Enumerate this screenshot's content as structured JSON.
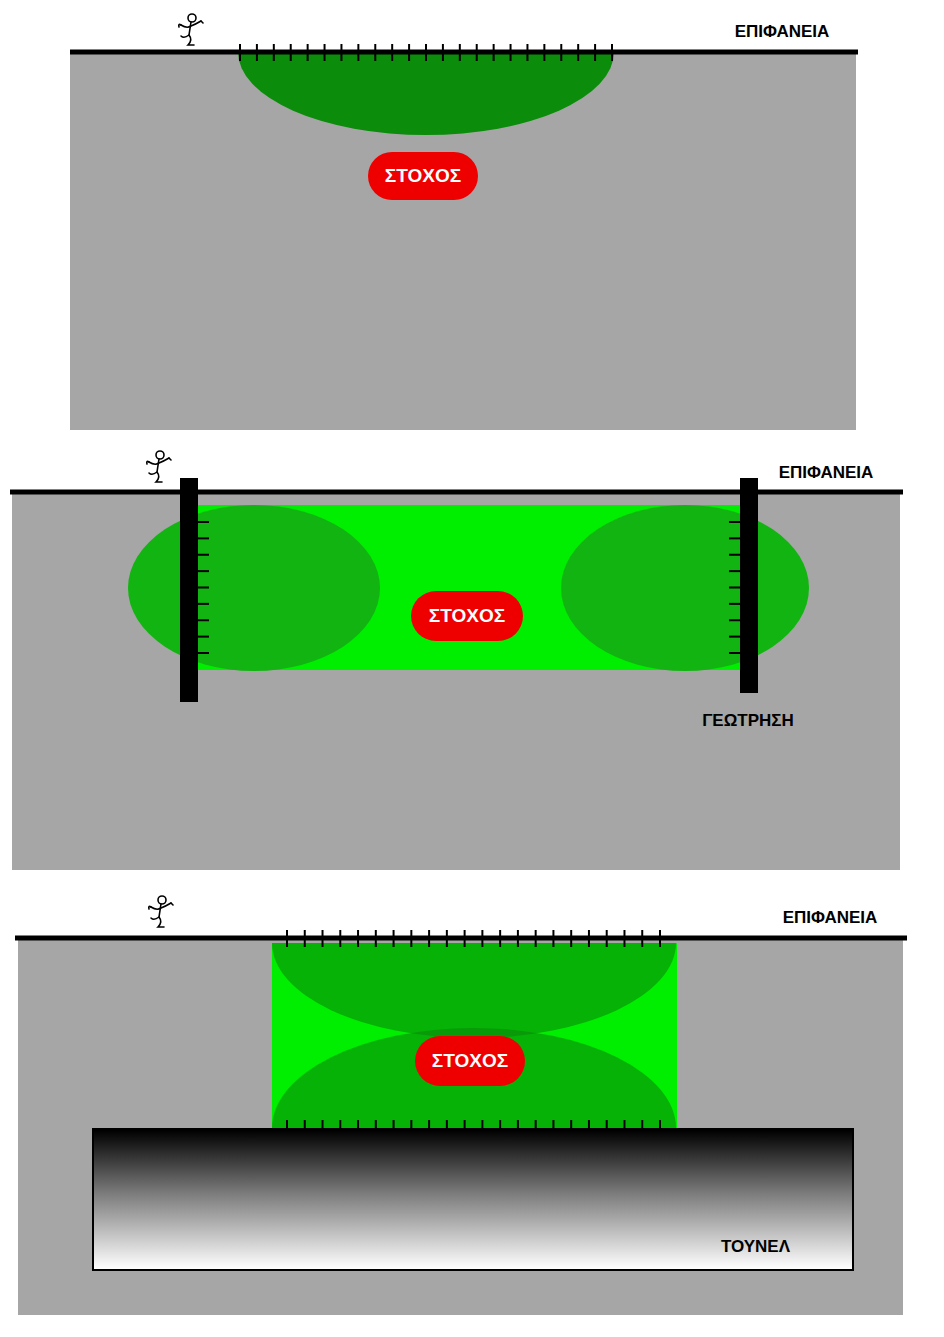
{
  "diagram": {
    "nodes": [
      {
        "text": [
          "ΣΤΟΧΟΣ"
        ]
      },
      {
        "text": [
          "ΣΤΟΧΟΣ"
        ]
      },
      {
        "text": [
          "ΣΤΟΧΟΣ"
        ]
      },
      {
        "text": [
          "ΤΟΥΝΕΛ"
        ]
      }
    ],
    "labels": [
      "ΕΠΙΦΑΝΕΙΑ",
      "ΕΠΙΦΑΝΕΙΑ",
      "ΓΕΩΤΡΗΣΗ",
      "ΕΠΙΦΑΝΕΙΑ"
    ]
  }
}
